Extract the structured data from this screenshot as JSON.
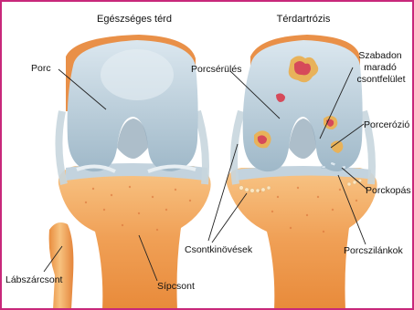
{
  "diagram": {
    "left_title": "Egészséges térd",
    "right_title": "Térdartrózis",
    "labels": {
      "porc": "Porc",
      "labszarcsont": "Lábszárcsont",
      "sipcsont": "Sípcsont",
      "porcserules": "Porcsérülés",
      "szabadon_1": "Szabadon",
      "szabadon_2": "maradó",
      "szabadon_3": "csontfelület",
      "porcerozio": "Porcerózió",
      "porckopas": "Porckopás",
      "porcszilankok": "Porcszilánkok",
      "csontkinovesek": "Csontkinövések"
    },
    "colors": {
      "frame": "#c8287a",
      "bone": "#f2a35e",
      "bone_light": "#f7c07f",
      "cartilage": "#b7cbd8",
      "damage": "#d64a5a"
    }
  }
}
